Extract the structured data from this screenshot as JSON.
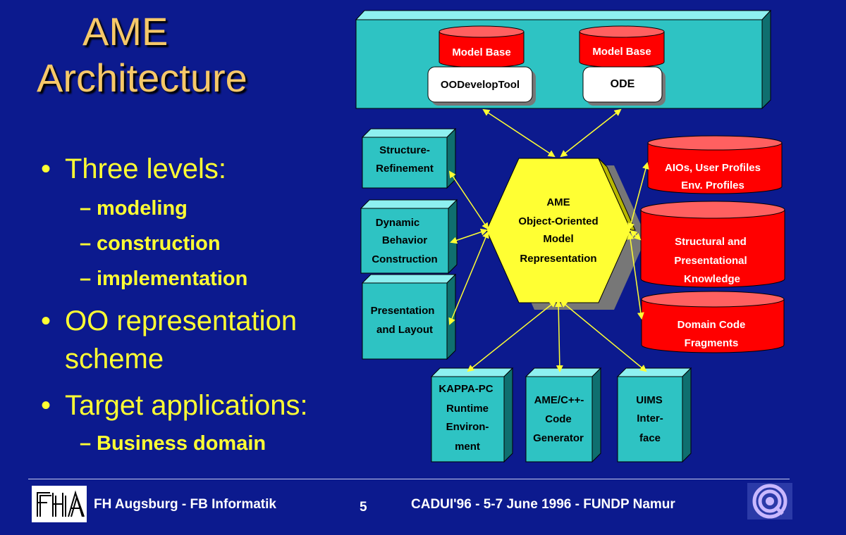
{
  "title": {
    "line1": "AME",
    "line2": "Architecture"
  },
  "bullets": {
    "b1": "Three levels:",
    "b1_sub": [
      "modeling",
      "construction",
      "implementation"
    ],
    "b2_line1": "OO representation",
    "b2_line2": "scheme",
    "b3": "Target applications:",
    "b3_sub": [
      "Business  domain"
    ]
  },
  "diagram": {
    "model_base_1": "Model Base",
    "model_base_2": "Model Base",
    "tool_1": "OODevelopTool",
    "tool_2": "ODE",
    "left_1": [
      "Structure-",
      "Refinement"
    ],
    "left_2": [
      "Dynamic",
      "Behavior",
      "Construction"
    ],
    "left_3": [
      "Presentation",
      "and Layout"
    ],
    "center": [
      "AME",
      "Object-Oriented",
      "Model",
      "Representation"
    ],
    "right_1": [
      "AIOs, User Profiles",
      "Env. Profiles"
    ],
    "right_2": [
      "Structural and",
      "Presentational",
      "Knowledge"
    ],
    "right_3": [
      "Domain Code",
      "Fragments"
    ],
    "bottom_1": [
      "KAPPA-PC",
      "Runtime",
      "Environ-",
      "ment"
    ],
    "bottom_2": [
      "AME/C++-",
      "Code",
      "Generator"
    ],
    "bottom_3": [
      "UIMS",
      "Inter-",
      "face"
    ]
  },
  "footer": {
    "left": "FH Augsburg - FB Informatik",
    "page": "5",
    "right": "CADUI'96 - 5-7 June 1996 - FUNDP Namur"
  },
  "colors": {
    "background": "#0c1a8e",
    "title": "#f6c869",
    "bullet": "#ffff33",
    "cyan": "#2ec3c3",
    "red": "#ff0000",
    "yellow": "#ffff33"
  }
}
